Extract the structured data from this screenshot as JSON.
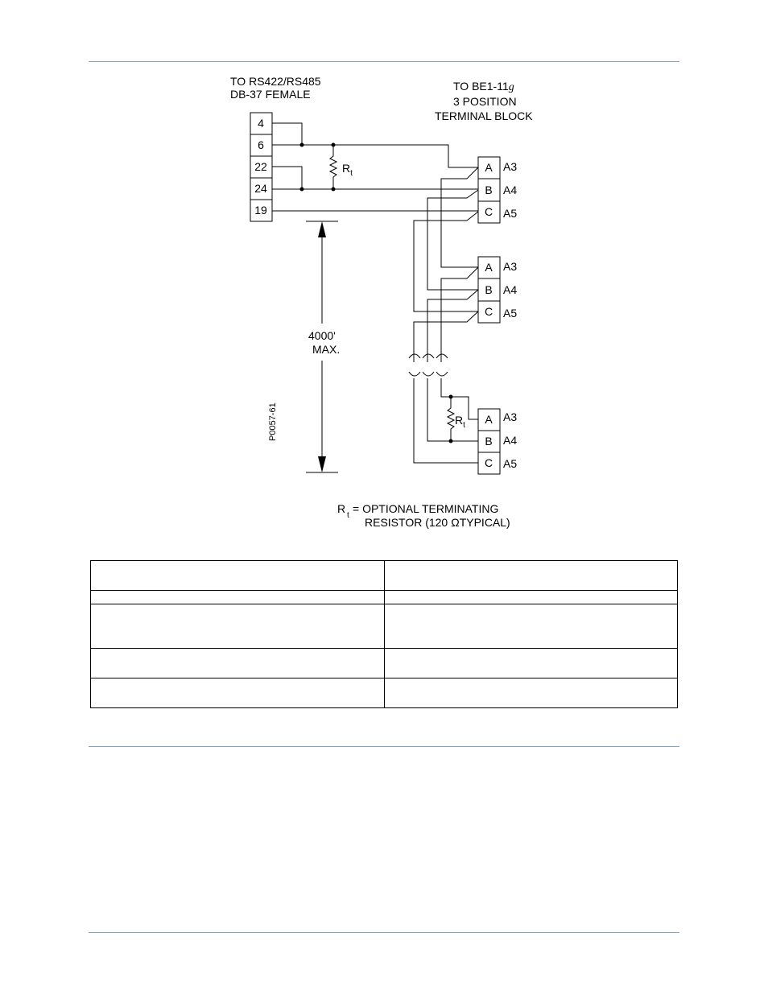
{
  "header": {
    "rule_color": "#7fa8c4"
  },
  "diagram": {
    "source_title": [
      "TO RS422/RS485",
      "DB-37  FEMALE"
    ],
    "dest_title": [
      "TO BE1-11",
      "g",
      "3 POSITION",
      "TERMINAL BLOCK"
    ],
    "connector_pins": [
      "4",
      "6",
      "22",
      "24",
      "19"
    ],
    "terminal_letters": [
      "A",
      "B",
      "C"
    ],
    "terminal_labels": [
      "A3",
      "A4",
      "A5"
    ],
    "resistor_symbol": "R",
    "resistor_subscript": "t",
    "distance_label": [
      "4000'",
      "MAX."
    ],
    "figure_id": "P0057-61",
    "legend": {
      "symbol": "R",
      "subscript": "t",
      "line1": "= OPTIONAL TERMINATING",
      "line2": "RESISTOR (120",
      "ohm": "Ω",
      "line2_end": "TYPICAL)"
    }
  },
  "table": {
    "rows": [
      [
        "",
        ""
      ],
      [
        "",
        ""
      ],
      [
        "",
        ""
      ],
      [
        "",
        ""
      ],
      [
        "",
        ""
      ]
    ]
  }
}
